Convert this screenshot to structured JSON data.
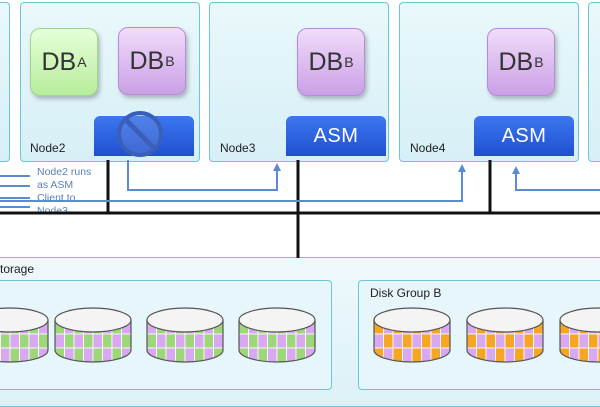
{
  "nodes": {
    "node2": {
      "label": "Node2"
    },
    "node3": {
      "label": "Node3"
    },
    "node4": {
      "label": "Node4"
    }
  },
  "databases": {
    "db_a": {
      "main": "DB",
      "sub": "A"
    },
    "db_b": {
      "main": "DB",
      "sub": "B"
    }
  },
  "asm_label": "ASM",
  "annotation": [
    "Node2 runs",
    "as ASM",
    "Client to",
    "Node3"
  ],
  "storage": {
    "label": "torage"
  },
  "disk_group_b": {
    "label": "Disk Group B"
  },
  "disks": {
    "group_a_patterns": [
      "green-purple",
      "green-purple",
      "purple-green",
      "green-purple"
    ],
    "group_b_patterns": [
      "orange-purple",
      "purple-orange",
      "orange-purple"
    ]
  },
  "colors": {
    "asm_blue": "#2a5fe0",
    "db_a_green": "#c7f2b0",
    "db_b_purple": "#d9b8ef",
    "node_border": "#6cc6d8",
    "arrow_blue": "#5b8bd0",
    "disk_green": "#9ed67a",
    "disk_purple": "#d8a8f0",
    "disk_orange": "#f5a623"
  }
}
